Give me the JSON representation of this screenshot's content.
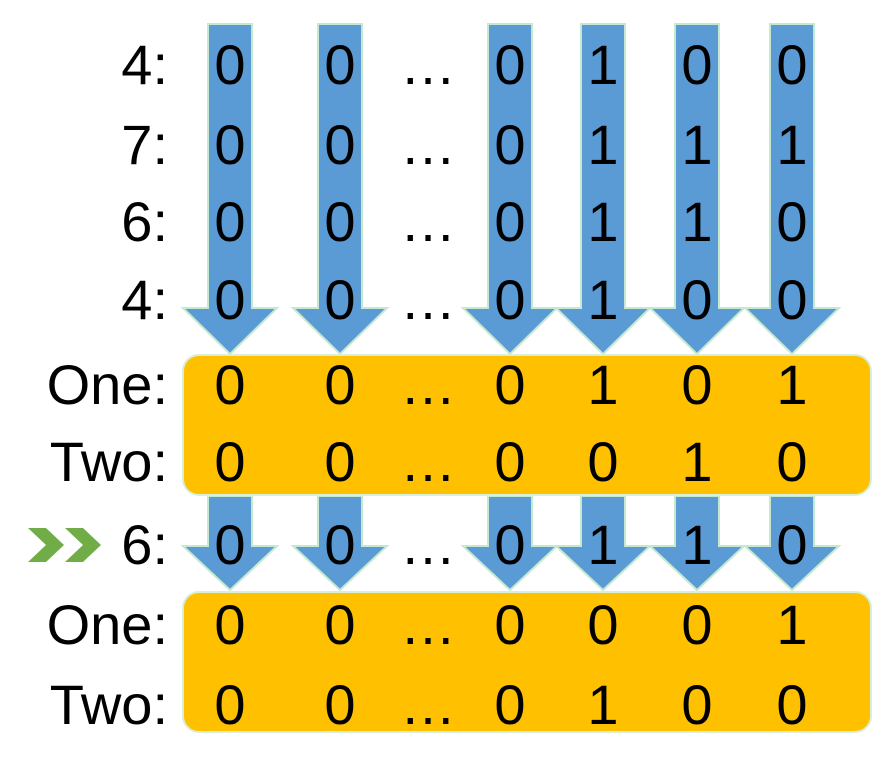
{
  "colors": {
    "arrow_fill": "#5b9bd5",
    "arrow_outline": "#c5e8d0",
    "register_fill": "#ffc000",
    "register_outline": "#d9efd9",
    "pointer_fill": "#70ad47",
    "text": "#000000"
  },
  "pointer_icon": "double-chevron-right-icon",
  "rows": [
    {
      "label": "4:",
      "values": [
        "0",
        "0",
        "…",
        "0",
        "1",
        "0",
        "0"
      ]
    },
    {
      "label": "7:",
      "values": [
        "0",
        "0",
        "…",
        "0",
        "1",
        "1",
        "1"
      ]
    },
    {
      "label": "6:",
      "values": [
        "0",
        "0",
        "…",
        "0",
        "1",
        "1",
        "0"
      ]
    },
    {
      "label": "4:",
      "values": [
        "0",
        "0",
        "…",
        "0",
        "1",
        "0",
        "0"
      ]
    },
    {
      "label": "One:",
      "values": [
        "0",
        "0",
        "…",
        "0",
        "1",
        "0",
        "1"
      ]
    },
    {
      "label": "Two:",
      "values": [
        "0",
        "0",
        "…",
        "0",
        "0",
        "1",
        "0"
      ]
    },
    {
      "label": "6:",
      "values": [
        "0",
        "0",
        "…",
        "0",
        "1",
        "1",
        "0"
      ]
    },
    {
      "label": "One:",
      "values": [
        "0",
        "0",
        "…",
        "0",
        "0",
        "0",
        "1"
      ]
    },
    {
      "label": "Two:",
      "values": [
        "0",
        "0",
        "…",
        "0",
        "1",
        "0",
        "0"
      ]
    }
  ]
}
